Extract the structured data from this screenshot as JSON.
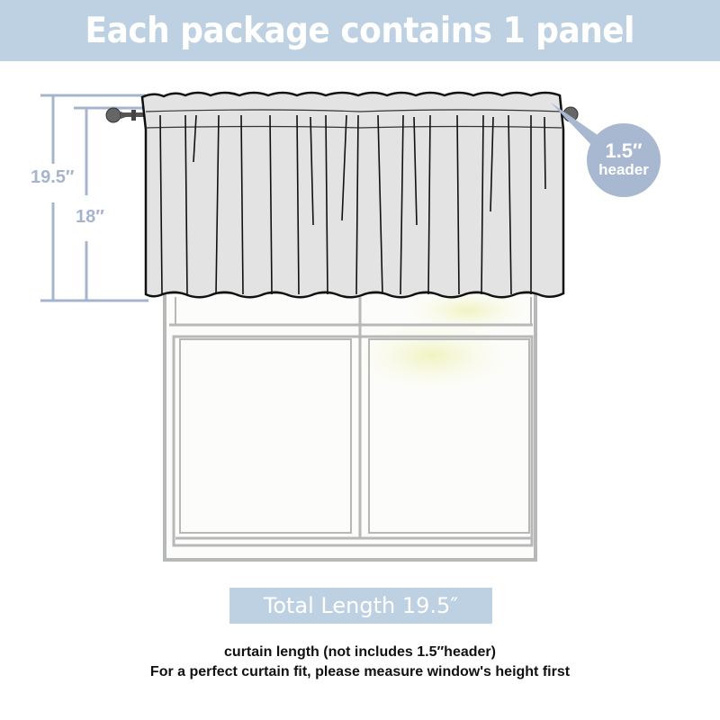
{
  "banner": {
    "title": "Each package contains 1 panel",
    "background": "#bdd1e2"
  },
  "dimensions": {
    "total_height_label": "19.5″",
    "curtain_length_label": "18″",
    "line_color": "#a6b5cd"
  },
  "header_badge": {
    "value": "1.5″",
    "label": "header",
    "color": "#a8b8d0"
  },
  "illustration": {
    "items": [
      "curtain-rod",
      "left-finial",
      "right-finial",
      "rod-pocket-valance",
      "window-frame"
    ],
    "curtain_fill": "#e3e3e3",
    "outline_color": "#111111",
    "window_frame_color": "#b7b9b9"
  },
  "total_length": {
    "label": "Total Length 19.5″",
    "background": "#bdd1e2"
  },
  "captions": {
    "line1": "curtain length (not includes 1.5″header)",
    "line2": "For a perfect curtain fit, please measure window's height first"
  }
}
